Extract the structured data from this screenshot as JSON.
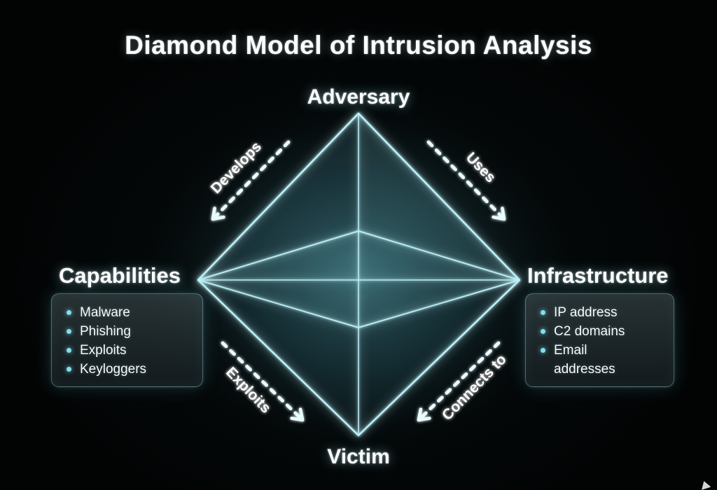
{
  "title": "Diamond Model of Intrusion Analysis",
  "nodes": {
    "adversary": "Adversary",
    "capabilities": "Capabilities",
    "infrastructure": "Infrastructure",
    "victim": "Victim"
  },
  "edges": {
    "develops": "Develops",
    "uses": "Uses",
    "exploits": "Exploits",
    "connects_to": "Connects to"
  },
  "capabilities_box": {
    "items": [
      "Malware",
      "Phishing",
      "Exploits",
      "Keyloggers"
    ]
  },
  "infrastructure_box": {
    "items": [
      "IP address",
      "C2 domains",
      "Email addresses"
    ]
  },
  "icons": {
    "bullet": "dot",
    "arrowhead": "chevron",
    "cursor": "triangle"
  },
  "colors": {
    "background": "#020303",
    "diamond_line": "#bdeff6",
    "diamond_glow": "#58cfe0",
    "dotted_line": "#e9fcff",
    "text": "#ffffff",
    "bullet": "#7fe0ee"
  }
}
